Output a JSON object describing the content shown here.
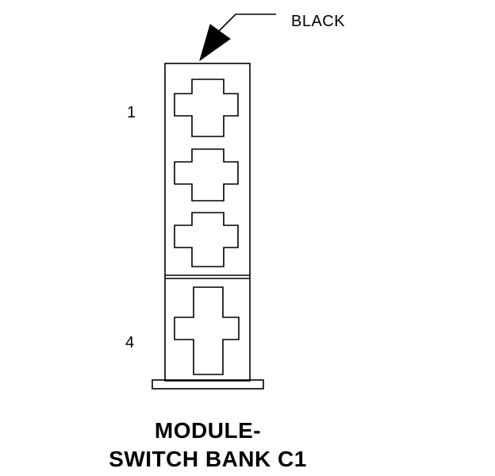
{
  "callout": {
    "label": "BLACK"
  },
  "pins": {
    "first": "1",
    "last": "4"
  },
  "title": {
    "line1": "MODULE-",
    "line2": "SWITCH BANK C1"
  }
}
